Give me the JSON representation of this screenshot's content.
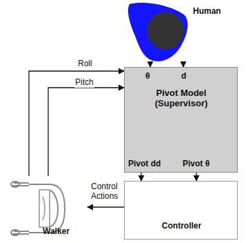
{
  "diagram": {
    "nodes": [
      {
        "text": [
          "Human"
        ]
      },
      {
        "text": [
          "θ",
          "d",
          "Pivot Model (Supervisor)",
          "Pivot dd",
          "Pivot θ"
        ]
      },
      {
        "text": [
          "Controller"
        ]
      },
      {
        "text": [
          "Walker"
        ]
      }
    ],
    "edges": [
      {
        "from": 0,
        "to": 1,
        "arrow": "to"
      },
      {
        "from": 0,
        "to": 1,
        "arrow": "to"
      },
      {
        "from": 3,
        "to": 1,
        "label": "Roll",
        "arrow": "to"
      },
      {
        "from": 3,
        "to": 1,
        "label": "Pitch",
        "arrow": "to"
      },
      {
        "from": 1,
        "to": 2,
        "arrow": "to"
      },
      {
        "from": 1,
        "to": 2,
        "arrow": "to"
      },
      {
        "from": 2,
        "to": 3,
        "label": "Control Actions",
        "arrow": "to"
      }
    ]
  }
}
